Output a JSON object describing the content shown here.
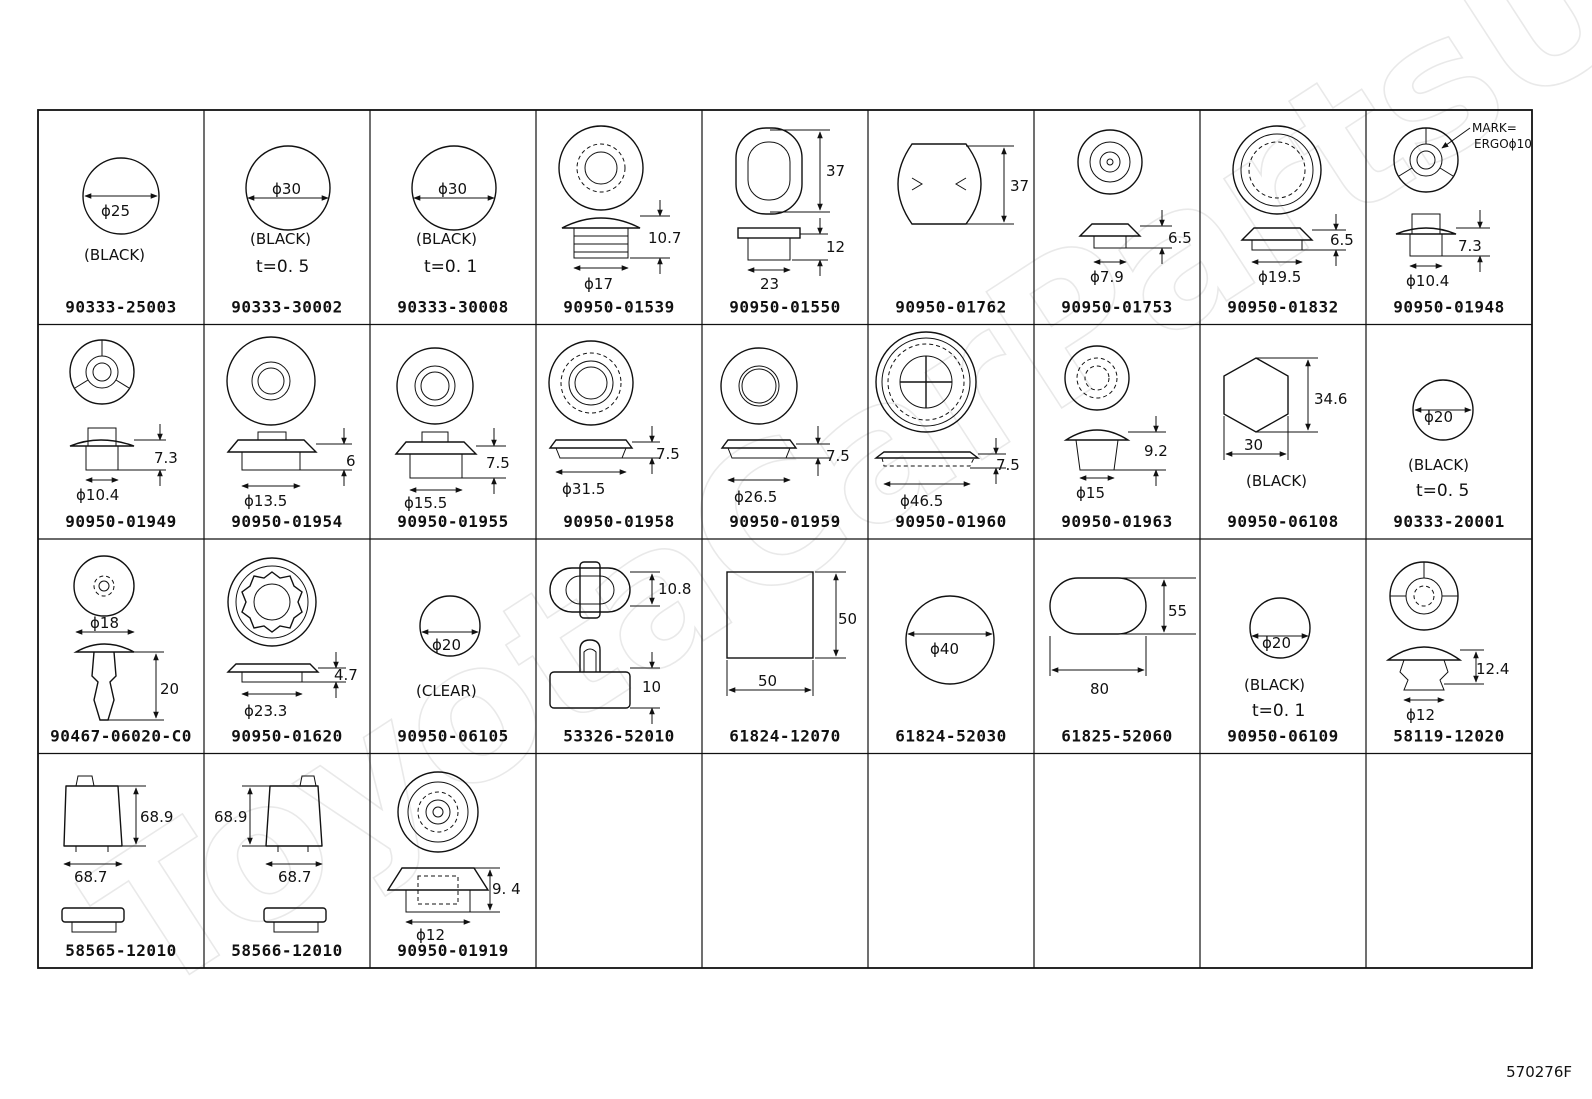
{
  "illustration_code": "570276F",
  "watermark": "ToyotaCarPartsUSA",
  "grid": {
    "rows": 4,
    "cols": 9
  },
  "parts": [
    {
      "pn": "90333-25003",
      "labels": [
        "(BLACK)"
      ],
      "dims": [
        "ϕ25"
      ]
    },
    {
      "pn": "90333-30002",
      "labels": [
        "(BLACK)",
        "t=0. 5"
      ],
      "dims": [
        "ϕ30"
      ]
    },
    {
      "pn": "90333-30008",
      "labels": [
        "(BLACK)",
        "t=0. 1"
      ],
      "dims": [
        "ϕ30"
      ]
    },
    {
      "pn": "90950-01539",
      "labels": [],
      "dims": [
        "10.7",
        "ϕ17"
      ]
    },
    {
      "pn": "90950-01550",
      "labels": [],
      "dims": [
        "37",
        "12",
        "23"
      ]
    },
    {
      "pn": "90950-01762",
      "labels": [],
      "dims": [
        "37"
      ]
    },
    {
      "pn": "90950-01753",
      "labels": [],
      "dims": [
        "6.5",
        "ϕ7.9"
      ]
    },
    {
      "pn": "90950-01832",
      "labels": [],
      "dims": [
        "6.5",
        "ϕ19.5"
      ]
    },
    {
      "pn": "90950-01948",
      "labels": [
        "MARK=",
        "ERGOϕ10"
      ],
      "dims": [
        "7.3",
        "ϕ10.4"
      ]
    },
    {
      "pn": "90950-01949",
      "labels": [],
      "dims": [
        "7.3",
        "ϕ10.4"
      ]
    },
    {
      "pn": "90950-01954",
      "labels": [],
      "dims": [
        "6",
        "ϕ13.5"
      ]
    },
    {
      "pn": "90950-01955",
      "labels": [],
      "dims": [
        "7.5",
        "ϕ15.5"
      ]
    },
    {
      "pn": "90950-01958",
      "labels": [],
      "dims": [
        "7.5",
        "ϕ31.5"
      ]
    },
    {
      "pn": "90950-01959",
      "labels": [],
      "dims": [
        "7.5",
        "ϕ26.5"
      ]
    },
    {
      "pn": "90950-01960",
      "labels": [],
      "dims": [
        "7.5",
        "ϕ46.5"
      ]
    },
    {
      "pn": "90950-01963",
      "labels": [],
      "dims": [
        "9.2",
        "ϕ15"
      ]
    },
    {
      "pn": "90950-06108",
      "labels": [
        "(BLACK)"
      ],
      "dims": [
        "34.6",
        "30"
      ]
    },
    {
      "pn": "90333-20001",
      "labels": [
        "(BLACK)",
        "t=0. 5"
      ],
      "dims": [
        "ϕ20"
      ]
    },
    {
      "pn": "90467-06020-C0",
      "labels": [],
      "dims": [
        "ϕ18",
        "20"
      ]
    },
    {
      "pn": "90950-01620",
      "labels": [],
      "dims": [
        "4.7",
        "ϕ23.3"
      ]
    },
    {
      "pn": "90950-06105",
      "labels": [
        "(CLEAR)"
      ],
      "dims": [
        "ϕ20"
      ]
    },
    {
      "pn": "53326-52010",
      "labels": [],
      "dims": [
        "10.8",
        "10"
      ]
    },
    {
      "pn": "61824-12070",
      "labels": [],
      "dims": [
        "50",
        "50"
      ]
    },
    {
      "pn": "61824-52030",
      "labels": [],
      "dims": [
        "ϕ40"
      ]
    },
    {
      "pn": "61825-52060",
      "labels": [],
      "dims": [
        "55",
        "80"
      ]
    },
    {
      "pn": "90950-06109",
      "labels": [
        "(BLACK)",
        "t=0. 1"
      ],
      "dims": [
        "ϕ20"
      ]
    },
    {
      "pn": "58119-12020",
      "labels": [],
      "dims": [
        "12.4",
        "ϕ12"
      ]
    },
    {
      "pn": "58565-12010",
      "labels": [],
      "dims": [
        "68.9",
        "68.7"
      ]
    },
    {
      "pn": "58566-12010",
      "labels": [],
      "dims": [
        "68.9",
        "68.7"
      ]
    },
    {
      "pn": "90950-01919",
      "labels": [],
      "dims": [
        "9. 4",
        "ϕ12"
      ]
    }
  ]
}
